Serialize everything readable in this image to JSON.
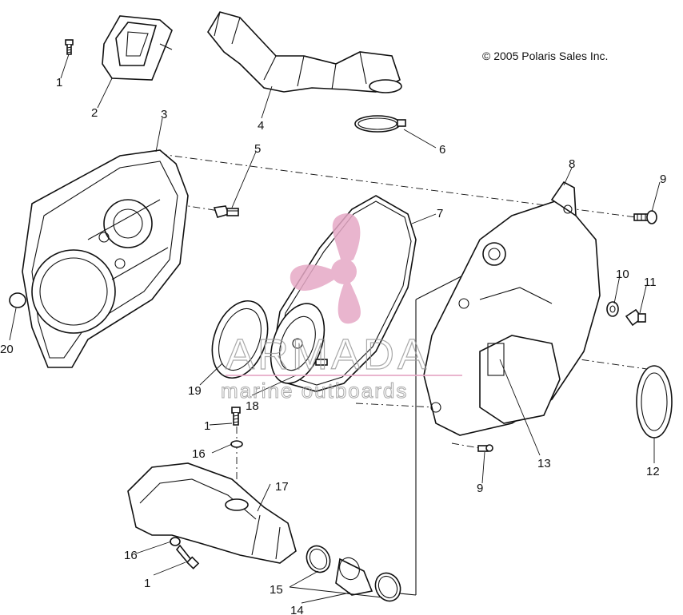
{
  "copyright": "© 2005 Polaris Sales Inc.",
  "watermark": {
    "brand": "ARMADA",
    "tagline": "marine outboards",
    "logo_color": "#e6a9c6",
    "text_color": "#9b9b9b",
    "icon": "propeller-logo-icon"
  },
  "callouts": {
    "c1a": "1",
    "c2": "2",
    "c3": "3",
    "c4": "4",
    "c5": "5",
    "c6": "6",
    "c7": "7",
    "c8": "8",
    "c9a": "9",
    "c9b": "9",
    "c10": "10",
    "c11": "11",
    "c12": "12",
    "c13": "13",
    "c14": "14",
    "c15": "15",
    "c16a": "16",
    "c16b": "16",
    "c17": "17",
    "c18": "18",
    "c19": "19",
    "c20": "20",
    "c1b": "1",
    "c1c": "1"
  }
}
